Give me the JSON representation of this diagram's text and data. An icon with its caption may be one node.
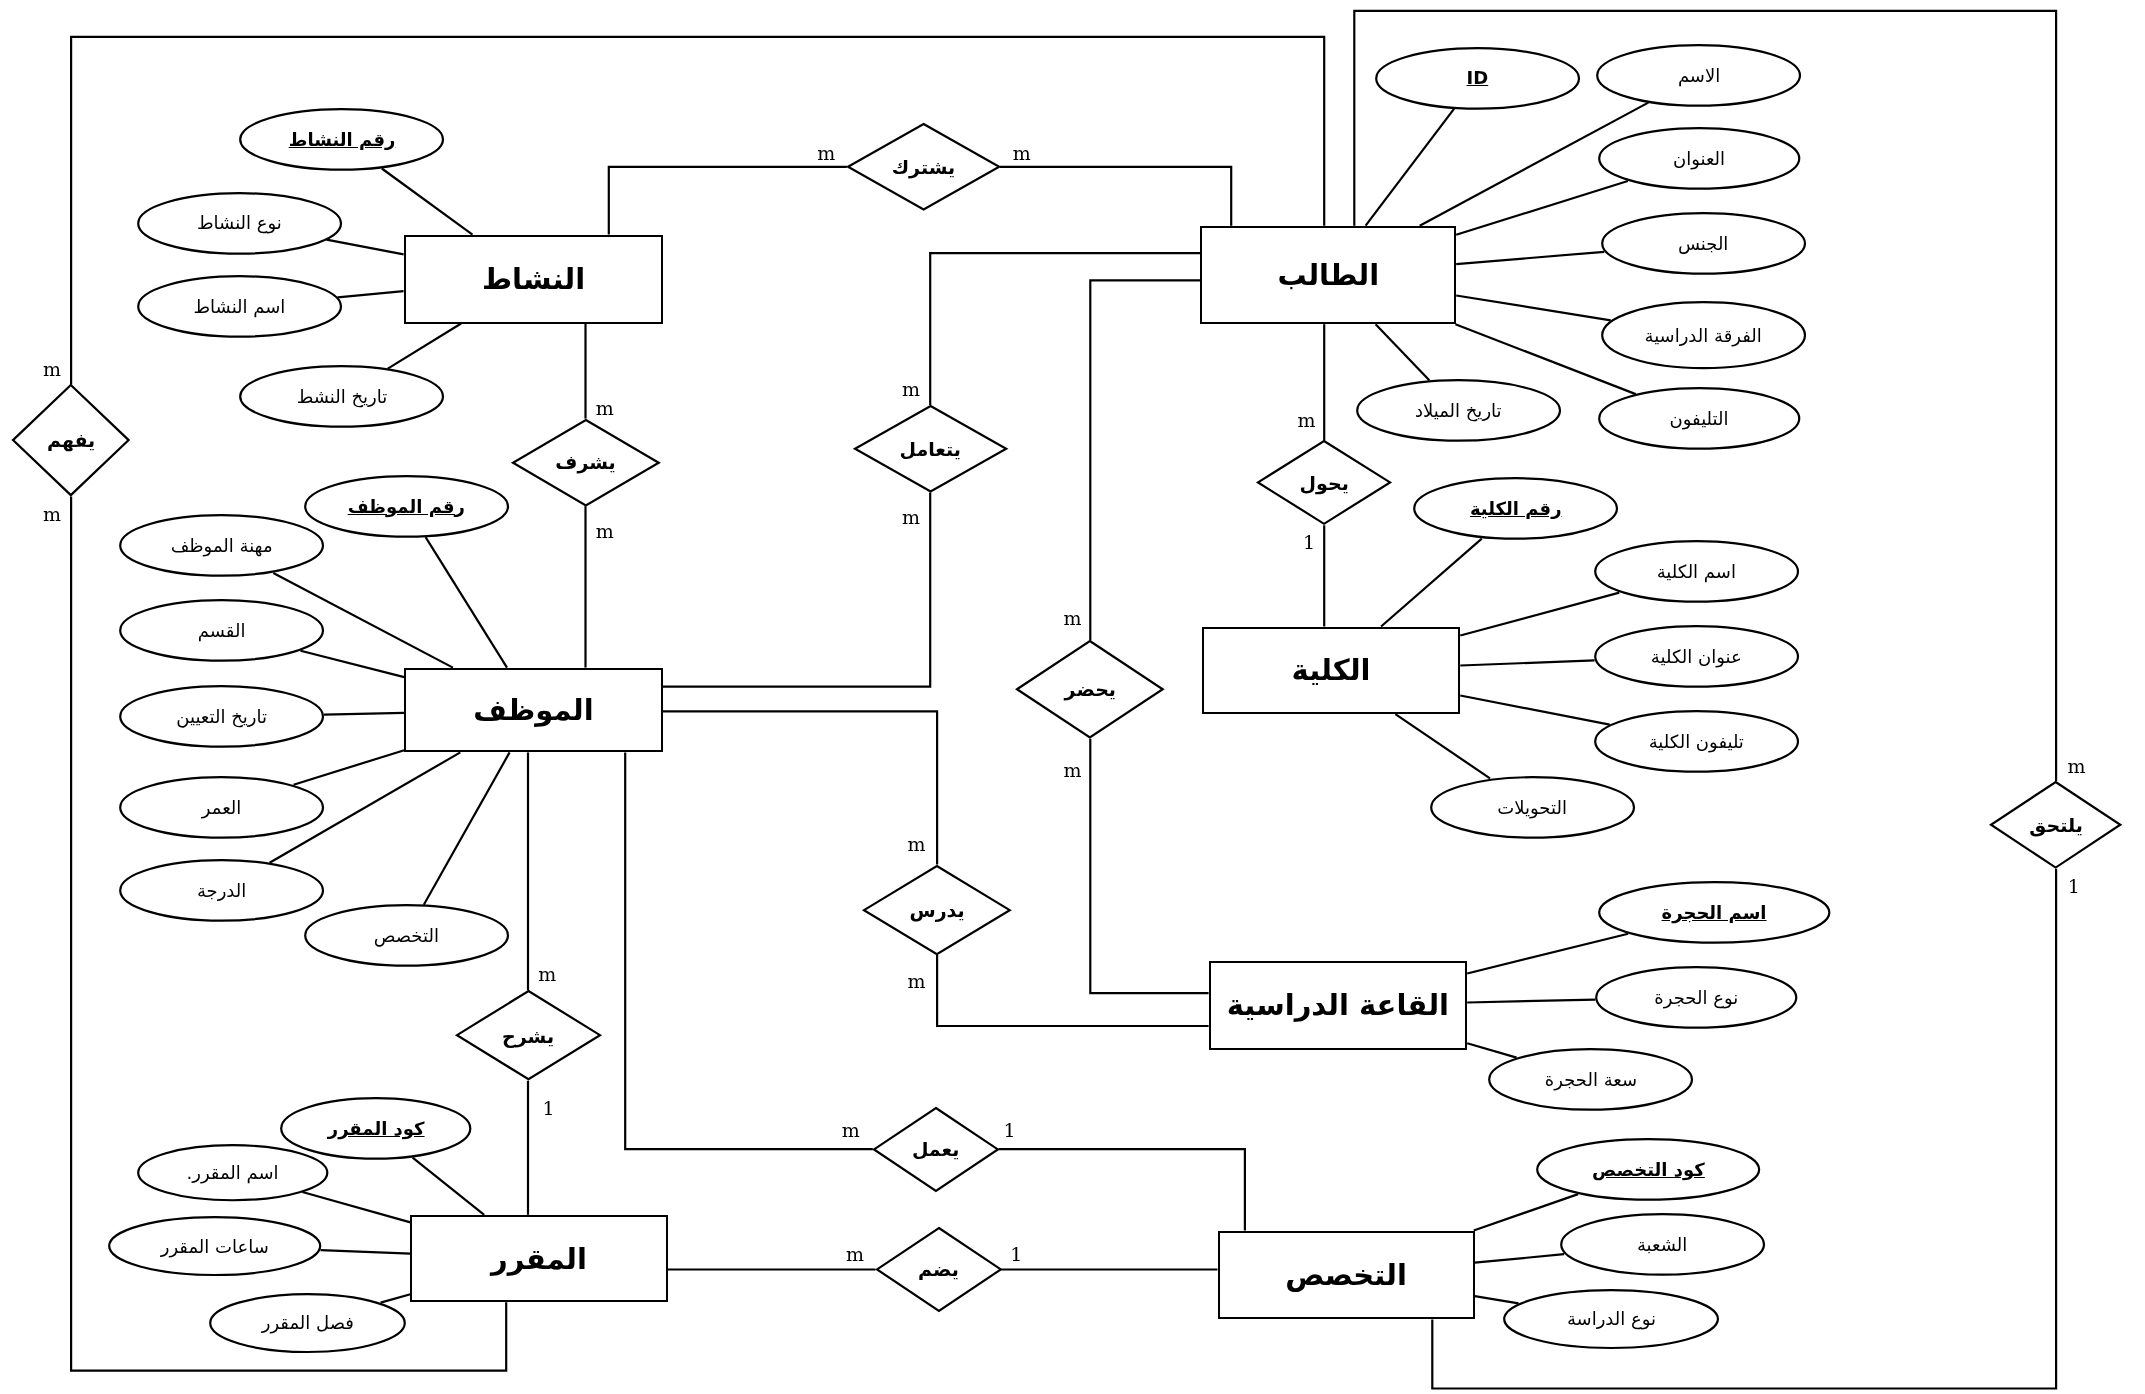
{
  "diagram": {
    "nodes": [
      {
        "text": [
          "النشاط"
        ]
      },
      {
        "text": [
          "الطالب"
        ]
      },
      {
        "text": [
          "الموظف"
        ]
      },
      {
        "text": [
          "الكلية"
        ]
      },
      {
        "text": [
          "القاعة الدراسية"
        ]
      },
      {
        "text": [
          "المقرر"
        ]
      },
      {
        "text": [
          "التخصص"
        ]
      },
      {
        "text": [
          "يشترك"
        ]
      },
      {
        "text": [
          "يفهم"
        ]
      },
      {
        "text": [
          "يشرف"
        ]
      },
      {
        "text": [
          "يتعامل"
        ]
      },
      {
        "text": [
          "يحول"
        ]
      },
      {
        "text": [
          "يحضر"
        ]
      },
      {
        "text": [
          "يدرس"
        ]
      },
      {
        "text": [
          "يشرح"
        ]
      },
      {
        "text": [
          "يعمل"
        ]
      },
      {
        "text": [
          "يضم"
        ]
      },
      {
        "text": [
          "يلتحق"
        ]
      },
      {
        "text": [
          "رقم النشاط"
        ]
      },
      {
        "text": [
          "نوع النشاط"
        ]
      },
      {
        "text": [
          "اسم النشاط"
        ]
      },
      {
        "text": [
          "تاريخ النشط"
        ]
      },
      {
        "text": [
          "ID"
        ]
      },
      {
        "text": [
          "الاسم"
        ]
      },
      {
        "text": [
          "العنوان"
        ]
      },
      {
        "text": [
          "الجنس"
        ]
      },
      {
        "text": [
          "الفرقة الدراسية"
        ]
      },
      {
        "text": [
          "تاريخ الميلاد"
        ]
      },
      {
        "text": [
          "التليفون"
        ]
      },
      {
        "text": [
          "رقم الكلية"
        ]
      },
      {
        "text": [
          "اسم الكلية"
        ]
      },
      {
        "text": [
          "عنوان الكلية"
        ]
      },
      {
        "text": [
          "تليفون الكلية"
        ]
      },
      {
        "text": [
          "التحويلات"
        ]
      },
      {
        "text": [
          "رقم الموظف"
        ]
      },
      {
        "text": [
          "مهنة الموظف"
        ]
      },
      {
        "text": [
          "القسم"
        ]
      },
      {
        "text": [
          "تاريخ التعيين"
        ]
      },
      {
        "text": [
          "العمر"
        ]
      },
      {
        "text": [
          "الدرجة"
        ]
      },
      {
        "text": [
          "التخصص"
        ]
      },
      {
        "text": [
          "اسم الحجرة"
        ]
      },
      {
        "text": [
          "نوع الحجرة"
        ]
      },
      {
        "text": [
          "سعة الحجرة"
        ]
      },
      {
        "text": [
          "كود المقرر"
        ]
      },
      {
        "text": [
          "اسم المقرر."
        ]
      },
      {
        "text": [
          "ساعات المقرر"
        ]
      },
      {
        "text": [
          "فصل المقرر"
        ]
      },
      {
        "text": [
          "كود التخصص"
        ]
      },
      {
        "text": [
          "الشعبة"
        ]
      },
      {
        "text": [
          "نوع الدراسة"
        ]
      }
    ],
    "edges": [
      {
        "from": 0,
        "to": 7,
        "arrow": "none",
        "label": "m"
      },
      {
        "from": 1,
        "to": 7,
        "arrow": "none",
        "label": "m"
      },
      {
        "from": 0,
        "to": 9,
        "arrow": "none",
        "label": "m"
      },
      {
        "from": 2,
        "to": 9,
        "arrow": "none",
        "label": "m"
      },
      {
        "from": 1,
        "to": 10,
        "arrow": "none",
        "label": "m"
      },
      {
        "from": 2,
        "to": 10,
        "arrow": "none",
        "label": "m"
      },
      {
        "from": 1,
        "to": 11,
        "arrow": "none",
        "label": "m"
      },
      {
        "from": 3,
        "to": 11,
        "arrow": "none",
        "label": "1"
      },
      {
        "from": 1,
        "to": 12,
        "arrow": "none",
        "label": "m"
      },
      {
        "from": 4,
        "to": 12,
        "arrow": "none",
        "label": "m"
      },
      {
        "from": 2,
        "to": 13,
        "arrow": "none",
        "label": "m"
      },
      {
        "from": 4,
        "to": 13,
        "arrow": "none",
        "label": "m"
      },
      {
        "from": 2,
        "to": 14,
        "arrow": "none",
        "label": "m"
      },
      {
        "from": 5,
        "to": 14,
        "arrow": "none",
        "label": "1"
      },
      {
        "from": 2,
        "to": 15,
        "arrow": "none",
        "label": "m"
      },
      {
        "from": 6,
        "to": 15,
        "arrow": "none",
        "label": "1"
      },
      {
        "from": 5,
        "to": 16,
        "arrow": "none",
        "label": "m"
      },
      {
        "from": 6,
        "to": 16,
        "arrow": "none",
        "label": "1"
      },
      {
        "from": 1,
        "to": 8,
        "arrow": "none",
        "label": "m"
      },
      {
        "from": 5,
        "to": 8,
        "arrow": "none",
        "label": "m"
      },
      {
        "from": 1,
        "to": 17,
        "arrow": "none",
        "label": "m"
      },
      {
        "from": 6,
        "to": 17,
        "arrow": "none",
        "label": "1"
      },
      {
        "from": 18,
        "to": 0,
        "arrow": "none"
      },
      {
        "from": 19,
        "to": 0,
        "arrow": "none"
      },
      {
        "from": 20,
        "to": 0,
        "arrow": "none"
      },
      {
        "from": 21,
        "to": 0,
        "arrow": "none"
      },
      {
        "from": 22,
        "to": 1,
        "arrow": "none"
      },
      {
        "from": 23,
        "to": 1,
        "arrow": "none"
      },
      {
        "from": 24,
        "to": 1,
        "arrow": "none"
      },
      {
        "from": 25,
        "to": 1,
        "arrow": "none"
      },
      {
        "from": 26,
        "to": 1,
        "arrow": "none"
      },
      {
        "from": 27,
        "to": 1,
        "arrow": "none"
      },
      {
        "from": 28,
        "to": 1,
        "arrow": "none"
      },
      {
        "from": 29,
        "to": 3,
        "arrow": "none"
      },
      {
        "from": 30,
        "to": 3,
        "arrow": "none"
      },
      {
        "from": 31,
        "to": 3,
        "arrow": "none"
      },
      {
        "from": 32,
        "to": 3,
        "arrow": "none"
      },
      {
        "from": 33,
        "to": 3,
        "arrow": "none"
      },
      {
        "from": 34,
        "to": 2,
        "arrow": "none"
      },
      {
        "from": 35,
        "to": 2,
        "arrow": "none"
      },
      {
        "from": 36,
        "to": 2,
        "arrow": "none"
      },
      {
        "from": 37,
        "to": 2,
        "arrow": "none"
      },
      {
        "from": 38,
        "to": 2,
        "arrow": "none"
      },
      {
        "from": 39,
        "to": 2,
        "arrow": "none"
      },
      {
        "from": 40,
        "to": 2,
        "arrow": "none"
      },
      {
        "from": 41,
        "to": 4,
        "arrow": "none"
      },
      {
        "from": 42,
        "to": 4,
        "arrow": "none"
      },
      {
        "from": 43,
        "to": 4,
        "arrow": "none"
      },
      {
        "from": 44,
        "to": 5,
        "arrow": "none"
      },
      {
        "from": 45,
        "to": 5,
        "arrow": "none"
      },
      {
        "from": 46,
        "to": 5,
        "arrow": "none"
      },
      {
        "from": 47,
        "to": 5,
        "arrow": "none"
      },
      {
        "from": 48,
        "to": 6,
        "arrow": "none"
      },
      {
        "from": 49,
        "to": 6,
        "arrow": "none"
      },
      {
        "from": 50,
        "to": 6,
        "arrow": "none"
      }
    ]
  }
}
